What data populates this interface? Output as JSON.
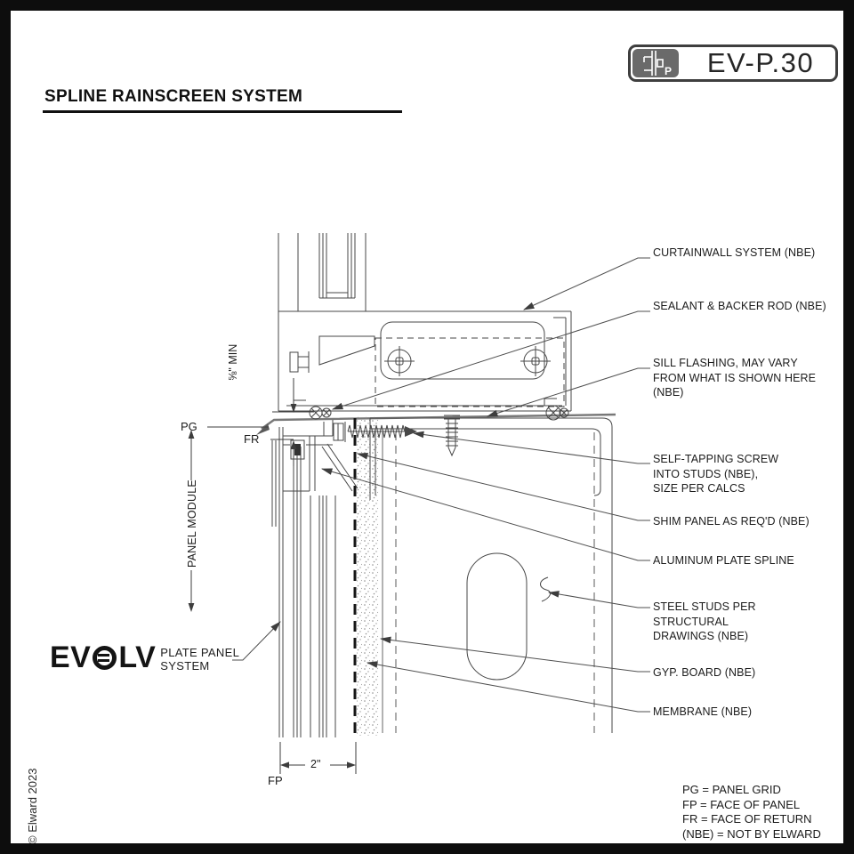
{
  "sheet": {
    "code": "EV-P.30",
    "badge_letter": "P",
    "title": "SPLINE RAINSCREEN SYSTEM",
    "copyright": "© Elward 2023"
  },
  "logo": {
    "prefix": "EV",
    "suffix": "LV",
    "tagline1": "PLATE PANEL",
    "tagline2": "SYSTEM"
  },
  "callouts": {
    "curtainwall": "CURTAINWALL SYSTEM (NBE)",
    "sealant": "SEALANT & BACKER ROD (NBE)",
    "sill_flashing": "SILL FLASHING, MAY VARY\nFROM WHAT IS SHOWN HERE\n(NBE)",
    "screw": "SELF-TAPPING SCREW\nINTO STUDS (NBE),\nSIZE PER CALCS",
    "shim": "SHIM PANEL AS REQ'D (NBE)",
    "spline": "ALUMINUM PLATE SPLINE",
    "studs": "STEEL STUDS PER\nSTRUCTURAL\nDRAWINGS (NBE)",
    "gyp": "GYP. BOARD (NBE)",
    "membrane": "MEMBRANE (NBE)"
  },
  "dimensions": {
    "min_gap": "⅝\" MIN",
    "panel_module": "PANEL MODULE",
    "panel_depth": "2\"",
    "pg": "PG",
    "fr": "FR",
    "fp": "FP"
  },
  "legend": {
    "pg": "PG = PANEL GRID",
    "fp": "FP = FACE OF PANEL",
    "fr": "FR = FACE OF RETURN",
    "nbe": "(NBE) = NOT BY ELWARD"
  },
  "colors": {
    "line": "#474747",
    "frame": "#0d0d0d",
    "badge_gray": "#6a6a6a",
    "flashing_gray": "#787878"
  }
}
